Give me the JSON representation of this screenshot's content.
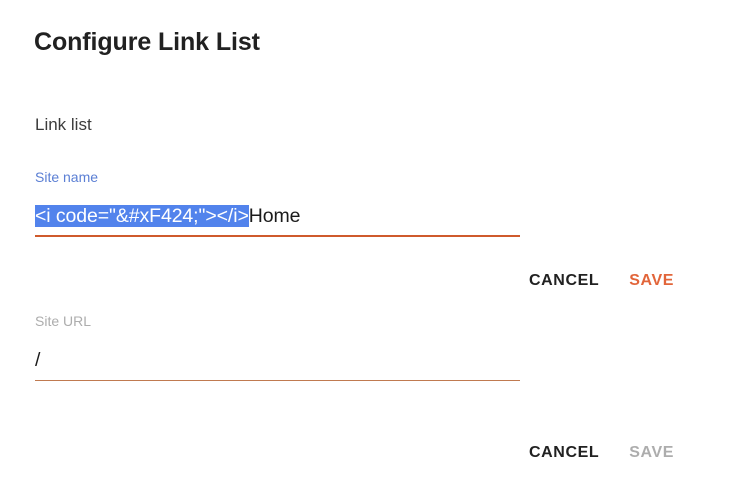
{
  "dialog": {
    "title": "Configure Link List",
    "section_heading": "Link list"
  },
  "fields": {
    "site_name": {
      "label": "Site name",
      "value_selected": "<i code=\"&#xF424;\"></i>",
      "value_rest": "Home",
      "state": "focused",
      "label_color": "#5b7fd4",
      "underline_color": "#cf5a2c",
      "selection_color": "#5283ec"
    },
    "site_url": {
      "label": "Site URL",
      "value": "/",
      "state": "filled",
      "label_color": "#adadad",
      "underline_color": "#c07a50"
    }
  },
  "actions": {
    "top": {
      "cancel_label": "CANCEL",
      "save_label": "SAVE",
      "save_enabled": true,
      "save_color": "#e2653a"
    },
    "bottom": {
      "cancel_label": "CANCEL",
      "save_label": "SAVE",
      "save_enabled": false,
      "save_color": "#adadad"
    }
  }
}
